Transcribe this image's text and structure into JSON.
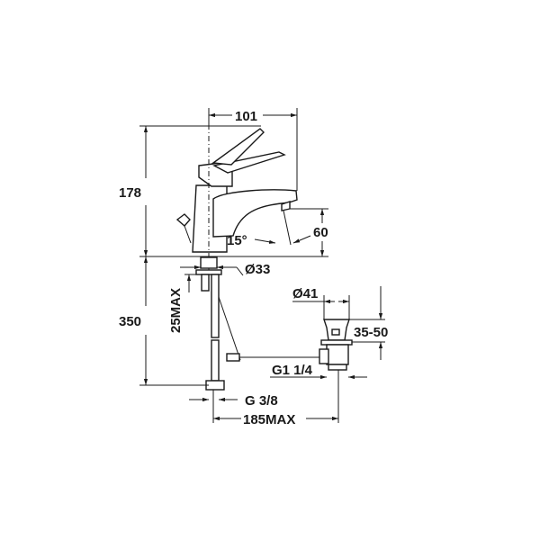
{
  "drawing": {
    "subject": "Single-lever basin mixer with pop-up waste",
    "line_color": "#1a1a1a",
    "background": "#ffffff",
    "dimensions": {
      "spout_reach": "101",
      "height_total": "178",
      "spout_angle": "15°",
      "spout_clearance": "60",
      "base_diameter": "Ø33",
      "waste_diameter": "Ø41",
      "total_length": "350",
      "deck_thickness": "25MAX",
      "waste_height": "35-50",
      "waste_thread": "G1 1/4",
      "supply_thread": "G 3/8",
      "distance_max": "185MAX"
    }
  }
}
